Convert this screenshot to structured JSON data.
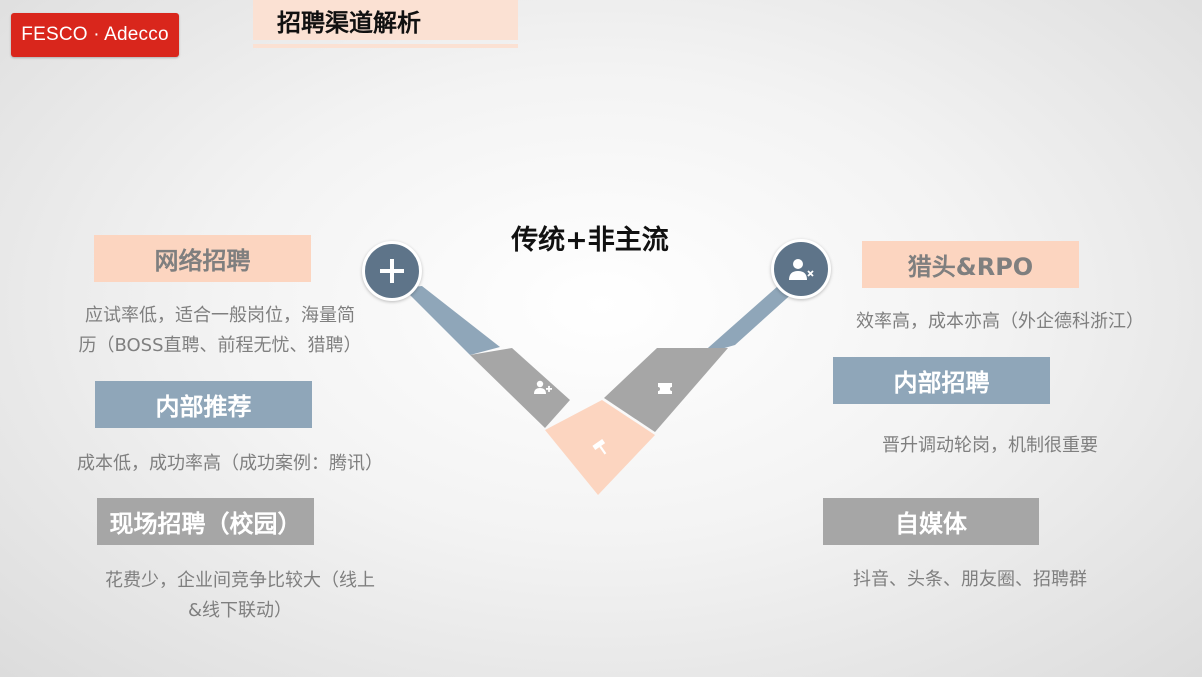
{
  "logo": {
    "text": "FESCO · Adecco"
  },
  "slide_title": "招聘渠道解析",
  "center_title": "传统+非主流",
  "left": [
    {
      "label": "网络招聘",
      "desc_lines": [
        "应试率低，适合一般岗位，海量简",
        "历（BOSS直聘、前程无忧、猎聘）"
      ]
    },
    {
      "label": "内部推荐",
      "desc_lines": [
        "成本低，成功率高（成功案例：腾讯）"
      ]
    },
    {
      "label": "现场招聘（校园）",
      "desc_lines": [
        "花费少，企业间竞争比较大（线上",
        "&线下联动）"
      ]
    }
  ],
  "right": [
    {
      "label": "猎头&RPO",
      "desc_lines": [
        "效率高，成本亦高（外企德科浙江）"
      ]
    },
    {
      "label": "内部招聘",
      "desc_lines": [
        "晋升调动轮岗，机制很重要"
      ]
    },
    {
      "label": "自媒体",
      "desc_lines": [
        "抖音、头条、朋友圈、招聘群"
      ]
    }
  ],
  "icons": {
    "left_circle": "plus-icon",
    "right_circle": "user-remove-icon",
    "segment_left": "add-user-icon",
    "segment_right": "ticket-icon",
    "segment_bottom": "gavel-icon"
  },
  "colors": {
    "accent_red": "#d9261c",
    "peach": "#fcd5c0",
    "slate_blue": "#8fa6b9",
    "dark_blue": "#5e7489",
    "gray": "#a6a6a6",
    "text_gray": "#7f7f7f"
  }
}
